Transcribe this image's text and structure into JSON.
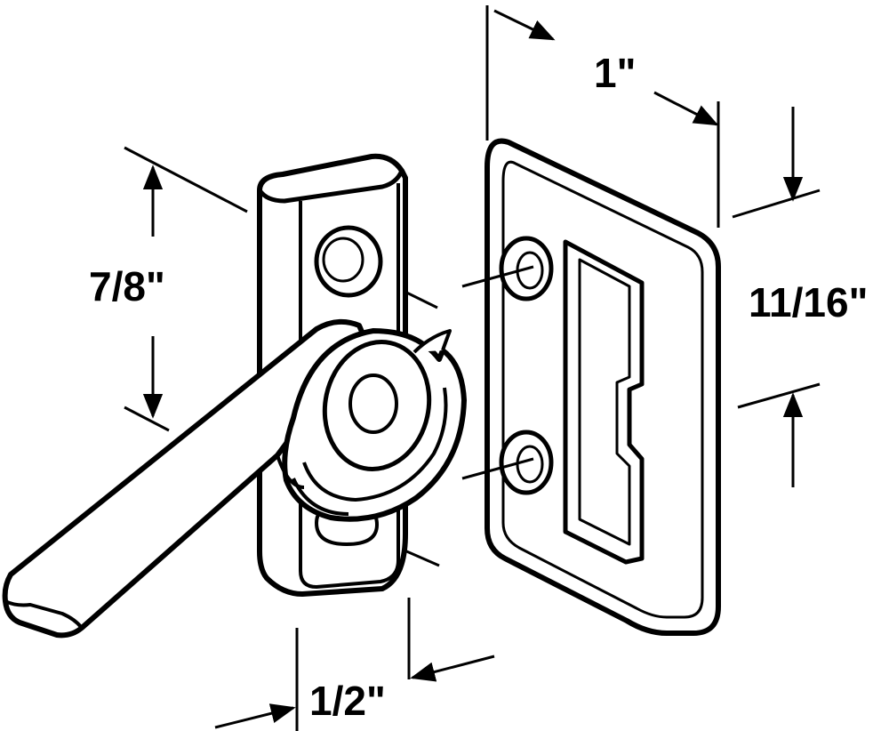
{
  "dimensions": {
    "plate_width": "1\"",
    "plate_height": "11/16\"",
    "hole_spacing": "7/8\"",
    "latch_width": "1/2\""
  },
  "colors": {
    "line": "#000000",
    "background": "#ffffff"
  }
}
